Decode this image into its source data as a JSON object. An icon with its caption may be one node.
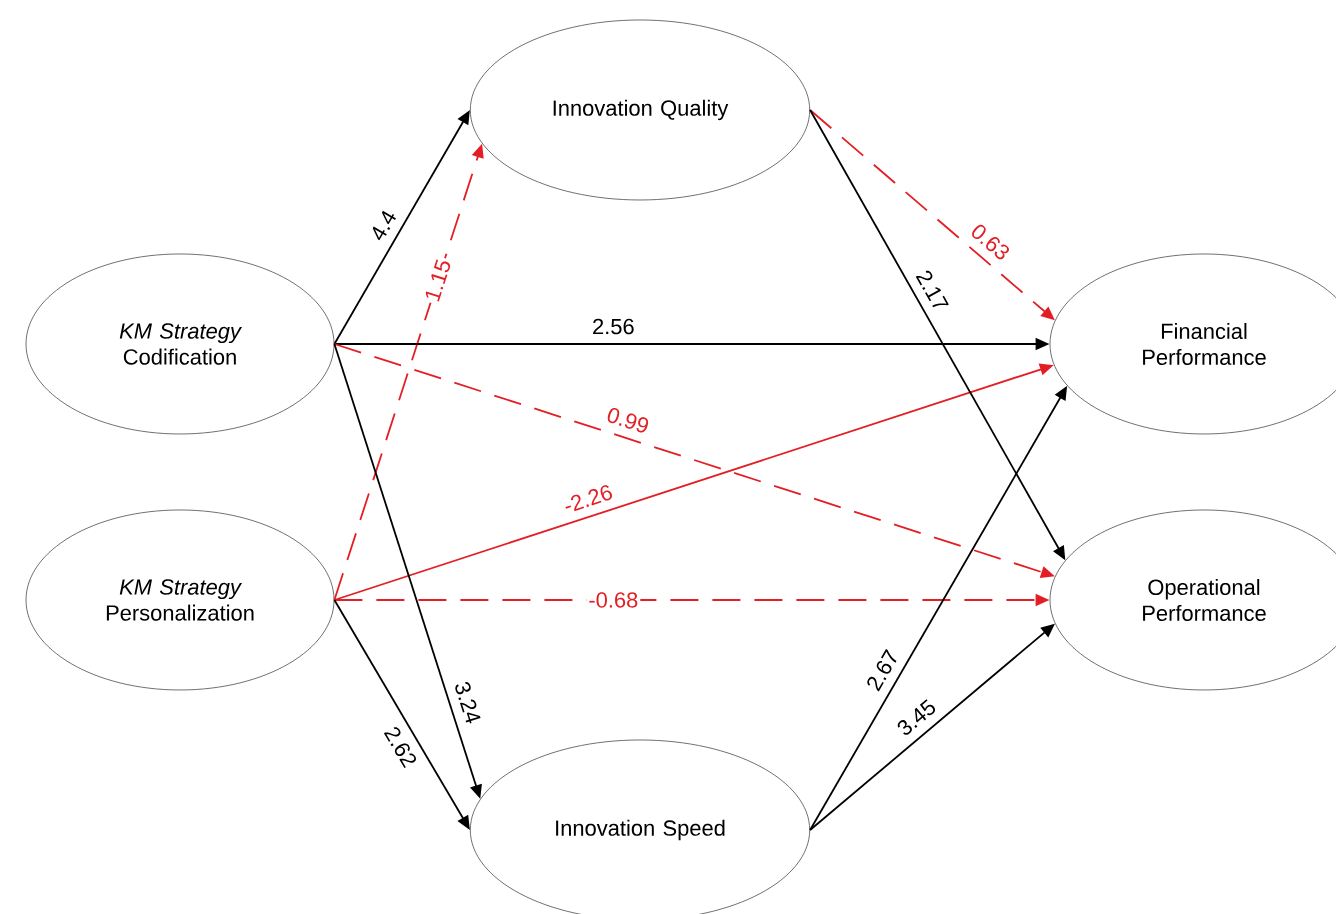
{
  "diagram": {
    "nodes": [
      {
        "text": [
          "*KM Strategy* Codification"
        ]
      },
      {
        "text": [
          "*KM Strategy* Personalization"
        ]
      },
      {
        "text": [
          "Innovation Quality"
        ]
      },
      {
        "text": [
          "Financial Performance"
        ]
      },
      {
        "text": [
          "Operational Performance"
        ]
      },
      {
        "text": [
          "Innovation Speed"
        ]
      }
    ],
    "edges": [
      {
        "from": 0,
        "to": 2,
        "arrow": "to",
        "label": "4.4"
      },
      {
        "from": 1,
        "to": 2,
        "arrow": "to",
        "label": "1.15",
        "style": "dashed",
        "color": "#e31e24"
      },
      {
        "from": 0,
        "to": 3,
        "arrow": "to",
        "label": "2.56"
      },
      {
        "from": 0,
        "to": 4,
        "arrow": "to",
        "label": "0.99",
        "style": "dashed",
        "color": "#e31e24"
      },
      {
        "from": 1,
        "to": 3,
        "arrow": "to",
        "label": "-2.26",
        "color": "#e31e24"
      },
      {
        "from": 1,
        "to": 4,
        "arrow": "to",
        "label": "-0.68",
        "style": "dashed",
        "color": "#e31e24"
      },
      {
        "from": 0,
        "to": 5,
        "arrow": "to",
        "label": "3.24"
      },
      {
        "from": 1,
        "to": 5,
        "arrow": "to",
        "label": "2.62"
      },
      {
        "from": 2,
        "to": 3,
        "arrow": "to",
        "label": "0.63",
        "style": "dashed",
        "color": "#e31e24"
      },
      {
        "from": 2,
        "to": 4,
        "arrow": "to",
        "label": "2.17"
      },
      {
        "from": 5,
        "to": 3,
        "arrow": "to",
        "label": "2.67"
      },
      {
        "from": 5,
        "to": 4,
        "arrow": "to",
        "label": "3.45"
      }
    ]
  }
}
